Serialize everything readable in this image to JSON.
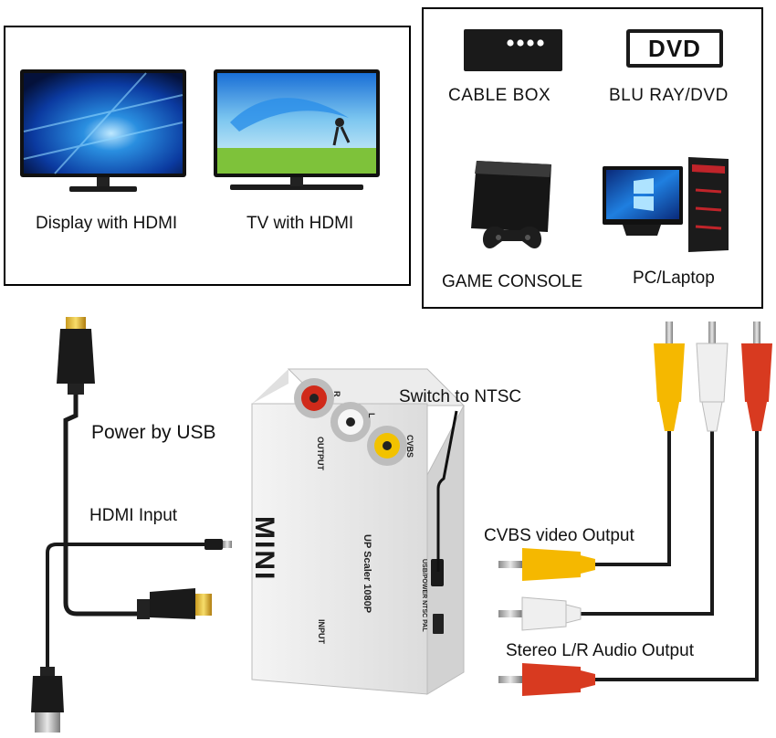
{
  "displays": [
    {
      "label": "Display with HDMI"
    },
    {
      "label": "TV with HDMI"
    }
  ],
  "sources": [
    {
      "label": "CABLE BOX"
    },
    {
      "label": "BLU RAY/DVD",
      "badge": "DVD"
    },
    {
      "label": "GAME CONSOLE"
    },
    {
      "label": "PC/Laptop"
    }
  ],
  "annotations": {
    "power": "Power by USB",
    "hdmi_input": "HDMI Input",
    "switch": "Switch to NTSC",
    "cvbs": "CVBS video Output",
    "stereo": "Stereo L/R Audio Output"
  },
  "converter": {
    "brand": "MINI",
    "output_label": "OUTPUT",
    "input_label": "INPUT",
    "model": "UP Scaler 1080P",
    "side_label": "USB/POWER NTSC PAL",
    "jack_r": "R",
    "jack_l": "L",
    "jack_cvbs": "CVBS"
  },
  "colors": {
    "video_plug": "#f5b800",
    "left_audio": "#f2f2f2",
    "right_audio": "#d83a20",
    "cable": "#1a1a1a"
  }
}
